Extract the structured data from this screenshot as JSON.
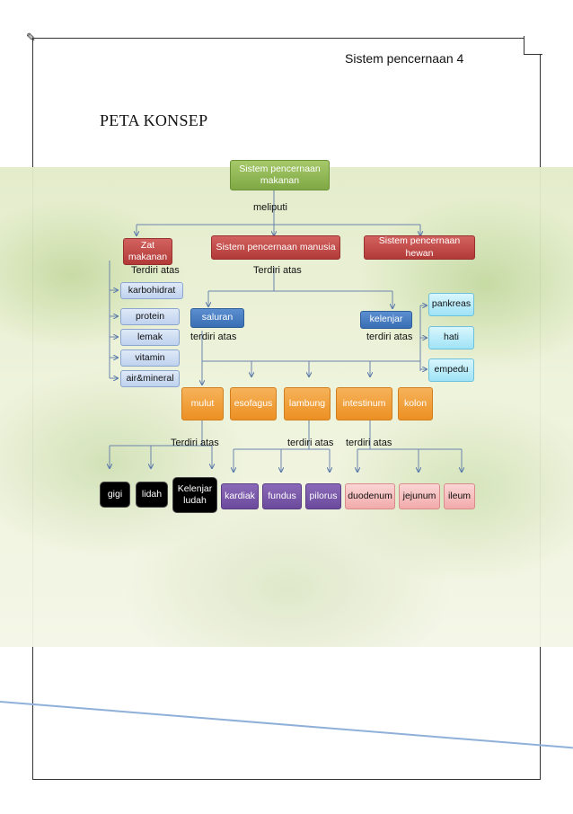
{
  "header": {
    "text": "Sistem pencernaan 4"
  },
  "title": "PETA KONSEP",
  "nodes": {
    "root": "Sistem pencernaan makanan",
    "zat": "Zat makanan",
    "manusia": "Sistem pencernaan manusia",
    "hewan": "Sistem pencernaan hewan",
    "karbohidrat": "karbohidrat",
    "protein": "protein",
    "lemak": "lemak",
    "vitamin": "vitamin",
    "airmineral": "air&mineral",
    "saluran": "saluran",
    "kelenjar": "kelenjar",
    "pankreas": "pankreas",
    "hati": "hati",
    "empedu": "empedu",
    "mulut": "mulut",
    "esofagus": "esofagus",
    "lambung": "lambung",
    "intestinum": "intestinum",
    "kolon": "kolon",
    "gigi": "gigi",
    "lidah": "lidah",
    "kelenjar_ludah": "Kelenjar ludah",
    "kardiak": "kardiak",
    "fundus": "fundus",
    "pilorus": "pilorus",
    "duodenum": "duodenum",
    "jejunum": "jejunum",
    "ileum": "ileum"
  },
  "labels": {
    "meliputi": "meliputi",
    "terdiri_zat": "Terdiri atas",
    "terdiri_manusia": "Terdiri atas",
    "terdiri_saluran": "terdiri atas",
    "terdiri_kelenjar": "terdiri atas",
    "terdiri_mulut": "Terdiri atas",
    "terdiri_lambung": "terdiri atas",
    "terdiri_intestinum": "terdiri atas"
  }
}
